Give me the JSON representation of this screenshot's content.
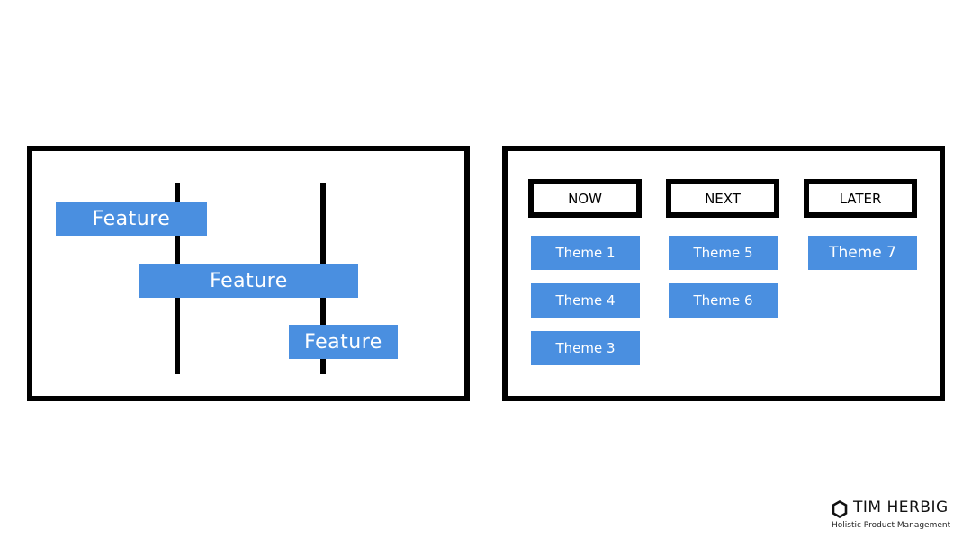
{
  "feature_roadmap": {
    "bars": [
      "Feature",
      "Feature",
      "Feature"
    ]
  },
  "theme_roadmap": {
    "columns": [
      {
        "header": "NOW",
        "themes": [
          "Theme 1",
          "Theme 4",
          "Theme 3"
        ]
      },
      {
        "header": "NEXT",
        "themes": [
          "Theme 5",
          "Theme 6"
        ]
      },
      {
        "header": "LATER",
        "themes": [
          "Theme 7"
        ]
      }
    ]
  },
  "brand": {
    "name": "TIM HERBIG",
    "tagline": "Holistic Product Management",
    "logo_icon": "hexagon-logo-icon"
  },
  "colors": {
    "bar_blue": "#4a8fe0",
    "border": "#000000",
    "background": "#ffffff"
  }
}
